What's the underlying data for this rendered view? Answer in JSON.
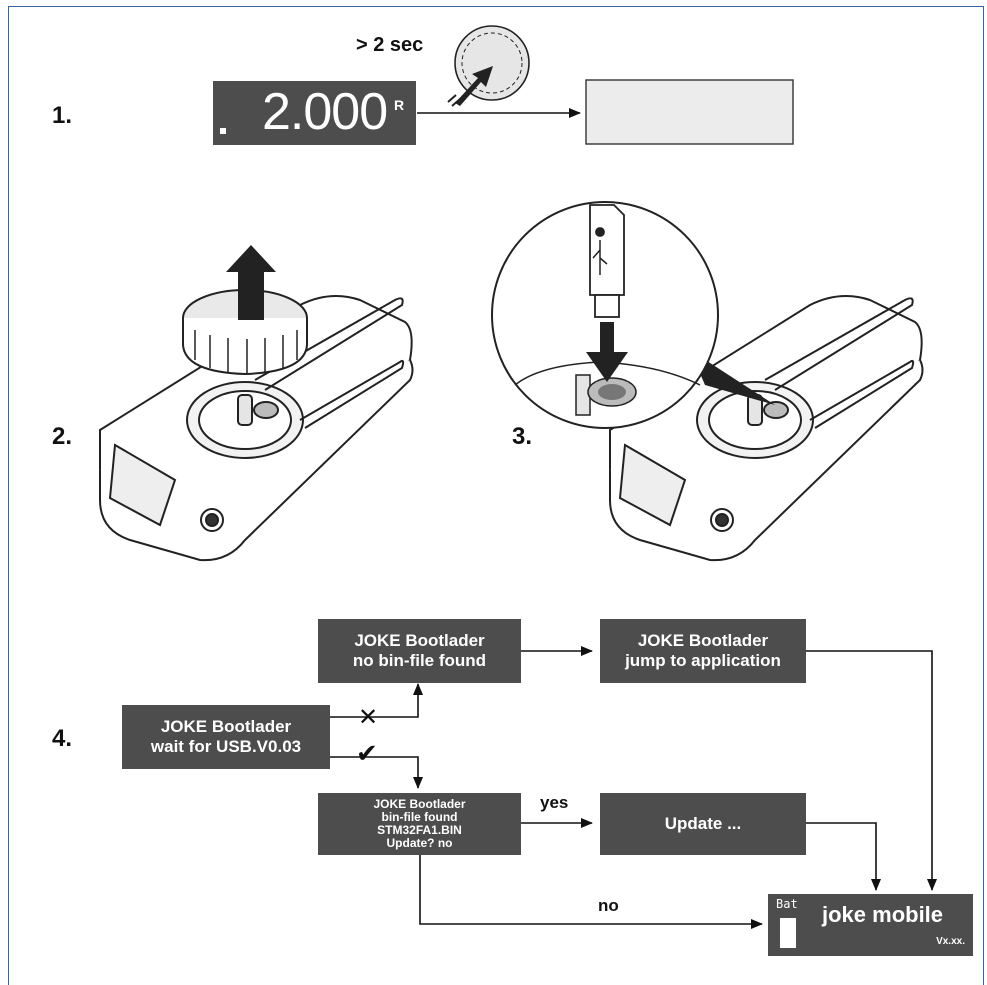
{
  "step1": {
    "number": "1.",
    "hold_time": "> 2 sec",
    "display_value": "2.000",
    "display_flag": "R"
  },
  "step2": {
    "number": "2."
  },
  "step3": {
    "number": "3."
  },
  "step4": {
    "number": "4.",
    "wait_box": {
      "line1": "JOKE Bootlader",
      "line2": "wait for USB.V0.03"
    },
    "not_found_box": {
      "line1": "JOKE Bootlader",
      "line2": "no bin-file found"
    },
    "jump_box": {
      "line1": "JOKE Bootlader",
      "line2": "jump to application"
    },
    "found_box": {
      "line1": "JOKE Bootlader",
      "line2": "bin-file found",
      "line3": "STM32FA1.BIN",
      "line4": "Update? no"
    },
    "update_box": {
      "text": "Update ..."
    },
    "final_display": {
      "bat": "Bat",
      "title": "joke mobile",
      "version": "Vx.xx."
    },
    "yes_label": "yes",
    "no_label": "no",
    "x_mark": "✕",
    "check_mark": "✔"
  },
  "colors": {
    "box_fill": "#4d4d4d",
    "frame": "#3b62a0",
    "line": "#111111"
  }
}
